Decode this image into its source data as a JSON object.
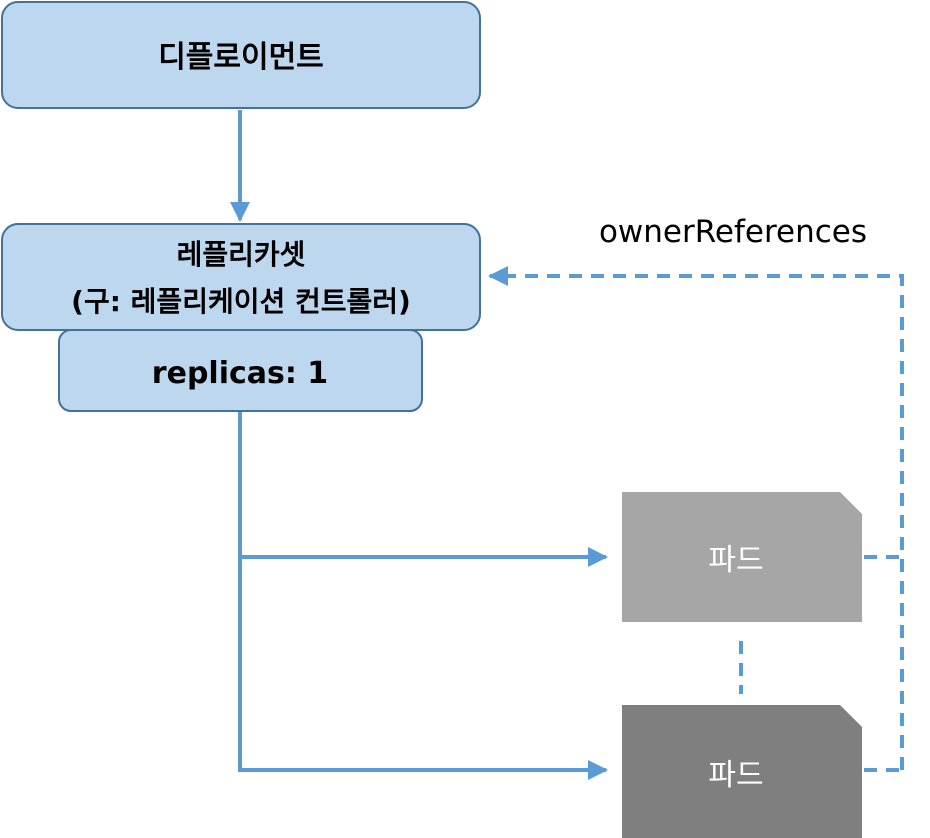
{
  "deployment": {
    "label": "디플로이먼트"
  },
  "replicaset": {
    "line1": "레플리카셋",
    "line2": "(구: 레플리케이션 컨트롤러)",
    "replicas_label": "replicas: 1"
  },
  "owner_references_label": "ownerReferences",
  "pods": [
    {
      "label": "파드",
      "fill_color": "#a6a6a6"
    },
    {
      "label": "파드",
      "fill_color": "#7f7f7f"
    }
  ],
  "colors": {
    "box_fill": "#bdd7ee",
    "box_stroke": "#41719c",
    "connector": "#5b9bd5"
  }
}
